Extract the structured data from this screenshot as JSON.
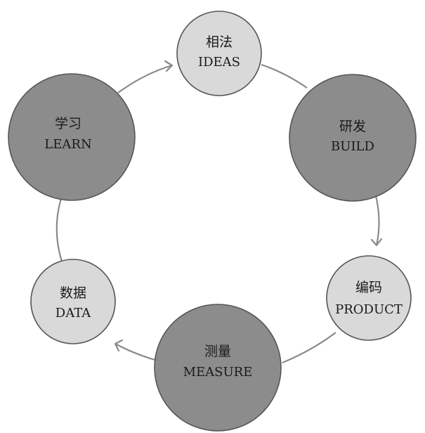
{
  "nodes": [
    {
      "id": "ideas",
      "zh": "相法",
      "en": "IDEAS",
      "fill": "#d9d9d9",
      "stroke": "#555555"
    },
    {
      "id": "build",
      "zh": "研发",
      "en": "BUILD",
      "fill": "#8c8c8c",
      "stroke": "#555555"
    },
    {
      "id": "product",
      "zh": "编码",
      "en": "PRODUCT",
      "fill": "#d9d9d9",
      "stroke": "#555555"
    },
    {
      "id": "measure",
      "zh": "测量",
      "en": "MEASURE",
      "fill": "#8c8c8c",
      "stroke": "#555555"
    },
    {
      "id": "data",
      "zh": "数据",
      "en": "DATA",
      "fill": "#d9d9d9",
      "stroke": "#555555"
    },
    {
      "id": "learn",
      "zh": "学习",
      "en": "LEARN",
      "fill": "#8c8c8c",
      "stroke": "#555555"
    }
  ],
  "connector_color": "#8a8a8a"
}
